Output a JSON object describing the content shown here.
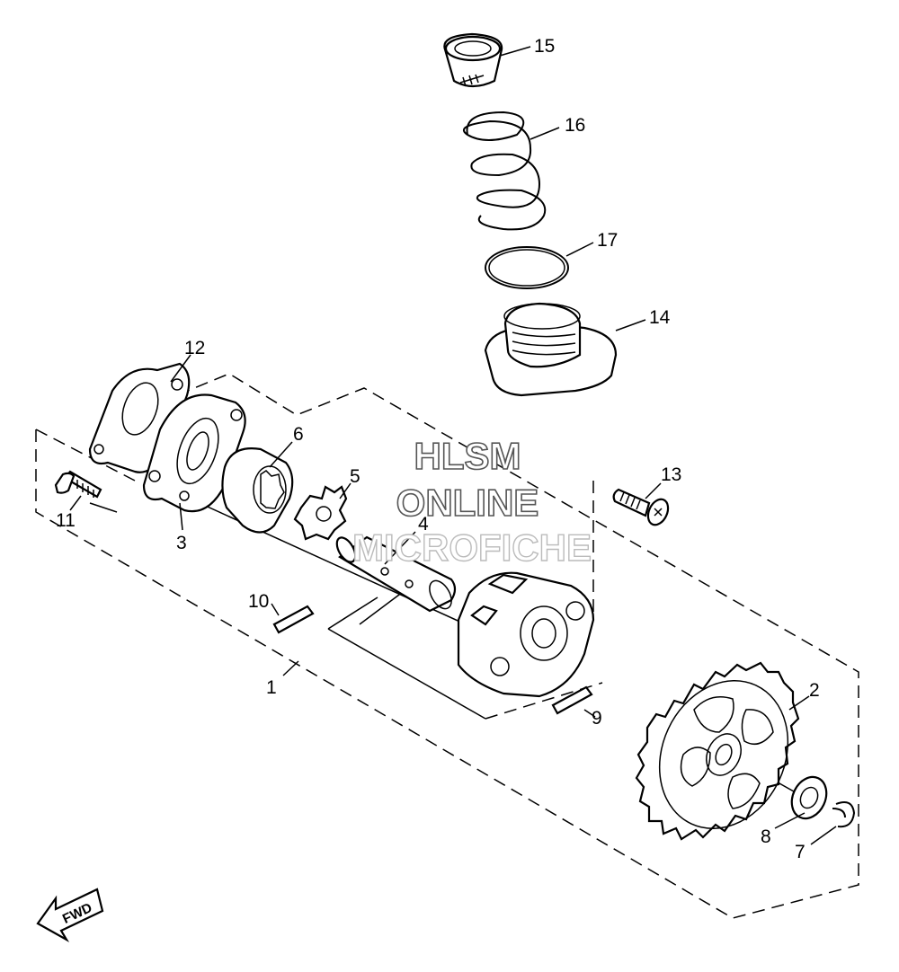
{
  "callouts": {
    "c1": "1",
    "c2": "2",
    "c3": "3",
    "c4": "4",
    "c5": "5",
    "c6": "6",
    "c7": "7",
    "c8": "8",
    "c9": "9",
    "c10": "10",
    "c11": "11",
    "c12": "12",
    "c13": "13",
    "c14": "14",
    "c15": "15",
    "c16": "16",
    "c17": "17"
  },
  "watermark": {
    "line1": "HLSM",
    "line2": "ONLINE",
    "line3": "MICROFICHE"
  },
  "direction_badge": "FWD"
}
